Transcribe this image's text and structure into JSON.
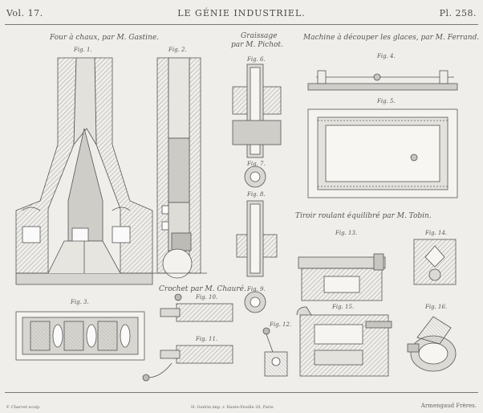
{
  "header": {
    "volume": "Vol. 17.",
    "title": "LE GÉNIE INDUSTRIEL.",
    "plate": "Pl. 258."
  },
  "sections": {
    "four": "Four à chaux, par M. Gastine.",
    "graissage": "Graissage",
    "graissage_author": "par M. Pichot.",
    "machine": "Machine à découper les glaces, par M. Ferrand.",
    "tiroir": "Tiroir roulant équilibré par M. Tobin.",
    "crochet": "Crochet par M. Chauré."
  },
  "figures": {
    "f1": "Fig. 1.",
    "f2": "Fig. 2.",
    "f3": "Fig. 3.",
    "f4": "Fig. 4.",
    "f5": "Fig. 5.",
    "f6": "Fig. 6.",
    "f7": "Fig. 7.",
    "f8": "Fig. 8.",
    "f9": "Fig. 9.",
    "f10": "Fig. 10.",
    "f11": "Fig. 11.",
    "f12": "Fig. 12.",
    "f13": "Fig. 13.",
    "f14": "Fig. 14.",
    "f15": "Fig. 15.",
    "f16": "Fig. 16."
  },
  "footer": {
    "left": "F. Charvet sculp.",
    "center": "H. Guérin imp. r. Haute-Feuille 20, Paris.",
    "right": "Armengaud Frères."
  }
}
